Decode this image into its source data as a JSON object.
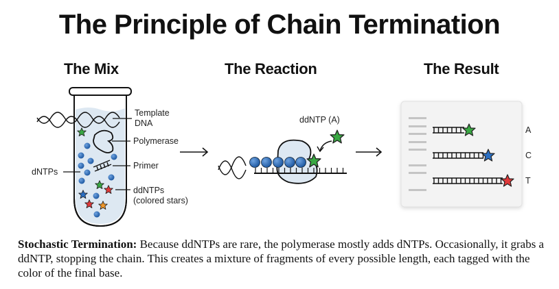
{
  "title": "The Principle of Chain Termination",
  "sections": {
    "mix": "The Mix",
    "reaction": "The Reaction",
    "result": "The Result"
  },
  "mix_labels": {
    "template": "Template",
    "template2": "DNA",
    "polymerase": "Polymerase",
    "primer": "Primer",
    "dntps": "dNTPs",
    "ddntps": "ddNTPs",
    "ddntps2": "(colored stars)"
  },
  "reaction_labels": {
    "ddntp": "ddNTP (A)"
  },
  "result_labels": [
    "A",
    "C",
    "T"
  ],
  "colors": {
    "green": "#3aa843",
    "blue": "#2a6fc4",
    "red": "#e0393a",
    "orange": "#f0972a",
    "dntp": "#2f6fb8",
    "liquid": "#dde8f2",
    "panel": "#f3f3f3"
  },
  "caption": {
    "bold": "Stochastic Termination:",
    "text": " Because ddNTPs are rare, the polymerase mostly adds dNTPs. Occasionally, it grabs a ddNTP, stopping the chain. This creates a mixture of fragments of every possible length, each tagged with the color of the final base."
  }
}
